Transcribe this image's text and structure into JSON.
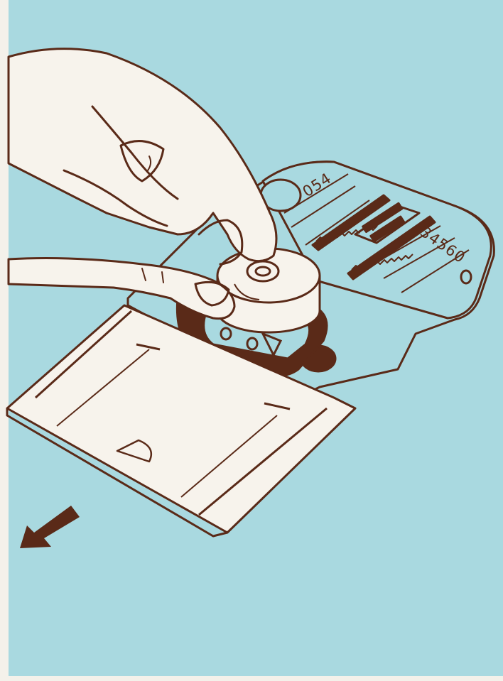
{
  "colors": {
    "background": "#a9d9e0",
    "paper_edge": "#f4f1ea",
    "line": "#5a2a18",
    "cover": "#f7f3ec",
    "accent_dark": "#4a2214"
  },
  "needle_plate": {
    "marks_left": "054",
    "marks_right": "34560"
  },
  "icons": [
    "hand",
    "bobbin",
    "needle-plate",
    "slide-cover",
    "pull-arrow"
  ]
}
